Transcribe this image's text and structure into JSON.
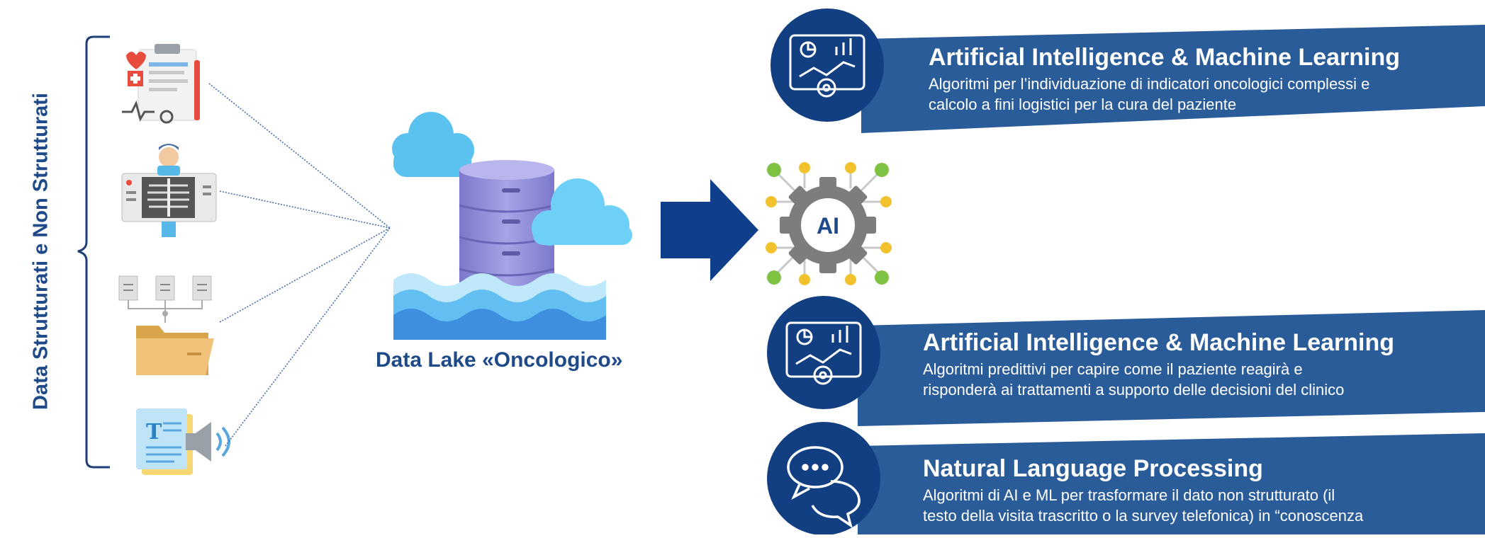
{
  "side_label": "Data Strutturati e Non Strutturati",
  "lake_label": "Data Lake «Oncologico»",
  "ai_badge": "AI",
  "sources": [
    {
      "icon": "medical-record-icon"
    },
    {
      "icon": "xray-icon"
    },
    {
      "icon": "folder-files-icon"
    },
    {
      "icon": "text-to-speech-icon"
    }
  ],
  "banners": [
    {
      "icon": "analytics-gear-icon",
      "title": "Artificial Intelligence & Machine Learning",
      "desc": [
        "Algoritmi per l’individuazione di indicatori oncologici complessi e",
        "calcolo a fini logistici per la cura del paziente"
      ]
    },
    {
      "icon": "analytics-gear-icon",
      "title": "Artificial Intelligence & Machine Learning",
      "desc": [
        "Algoritmi predittivi  per capire come il paziente reagirà e",
        "risponderà ai trattamenti a supporto delle decisioni del clinico"
      ]
    },
    {
      "icon": "chat-bubbles-icon",
      "title": "Natural Language Processing",
      "desc": [
        "Algoritmi di AI e ML per trasformare il dato non strutturato (il",
        "testo della visita trascritto o la survey telefonica) in “conoscenza"
      ]
    }
  ],
  "colors": {
    "banner": "#2a5c9a",
    "circle": "#123f82",
    "arrow": "#0f3f8a",
    "title_text": "#1f4a8a",
    "cloud": "#5bc2f0",
    "cylinder": "#8a86d6",
    "water": "#3f8fe0"
  }
}
